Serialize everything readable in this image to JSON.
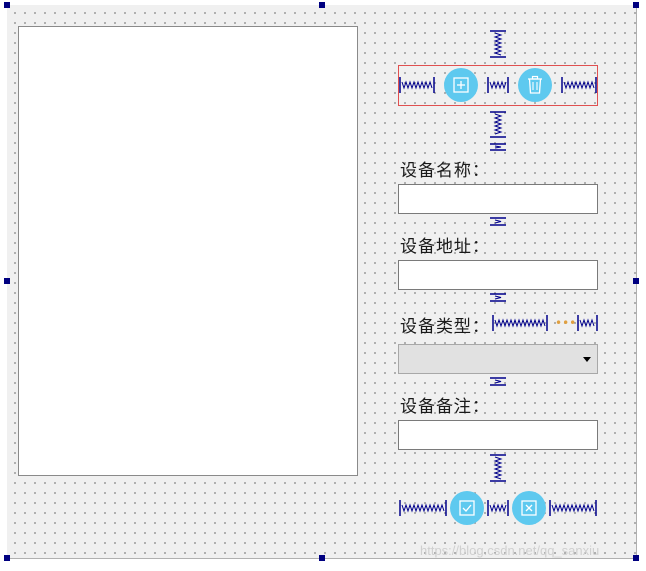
{
  "form": {
    "labels": {
      "name": "设备名称：",
      "address": "设备地址：",
      "type": "设备类型：",
      "note": "设备备注："
    },
    "inputs": {
      "name_value": "",
      "address_value": "",
      "note_value": ""
    },
    "combo_value": "",
    "type_extra": "•••"
  },
  "toolbar": {
    "add_icon": "plus-square-icon",
    "delete_icon": "trash-icon"
  },
  "dialog_buttons": {
    "confirm_icon": "check-square-icon",
    "cancel_icon": "close-square-icon"
  },
  "colors": {
    "button_fill": "#5ec9ef",
    "spacer": "#00008b",
    "selection_frame": "#e05050",
    "handle": "#000080"
  },
  "watermark": "https://blog.csdn.net/qq_sanxiu"
}
